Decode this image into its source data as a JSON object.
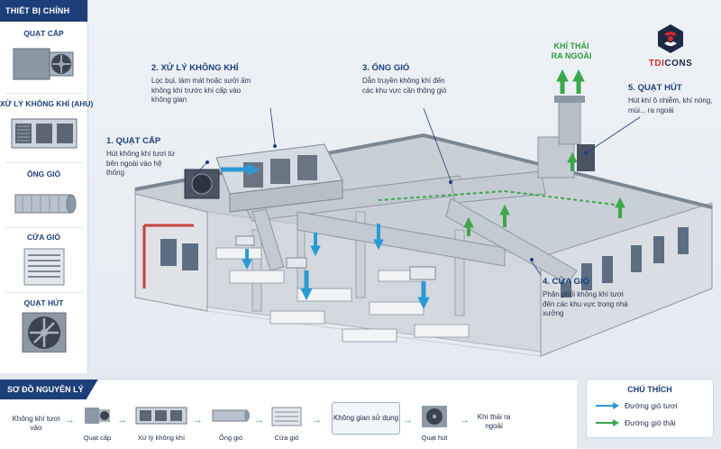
{
  "panel": {
    "title": "THIẾT BỊ CHÍNH",
    "items": [
      {
        "label": "QUẠT CẤP",
        "icon": "supply-fan-icon"
      },
      {
        "label": "XỬ LÝ KHÔNG KHÍ (AHU)",
        "icon": "ahu-icon"
      },
      {
        "label": "ỐNG GIÓ",
        "icon": "duct-icon"
      },
      {
        "label": "CỬA GIÓ",
        "icon": "grille-icon"
      },
      {
        "label": "QUẠT HÚT",
        "icon": "exhaust-fan-icon"
      }
    ]
  },
  "steps": [
    {
      "title": "1. QUẠT CẤP",
      "desc": "Hút không khí tươi từ bên ngoài vào hệ thống"
    },
    {
      "title": "2. XỬ LÝ KHÔNG KHÍ",
      "desc": "Lọc bụi, làm mát hoặc sưởi ấm không khí trước khi cấp vào không gian"
    },
    {
      "title": "3. ỐNG GIÓ",
      "desc": "Dẫn truyền không khí đến các khu vực cần thông gió"
    },
    {
      "title": "4. CỬA GIÓ",
      "desc": "Phân phối không khí tươi đến các khu vực trong nhà xưởng"
    },
    {
      "title": "5. QUẠT HÚT",
      "desc": "Hút khí ô nhiễm, khí nóng, mùi... ra ngoài"
    }
  ],
  "exhaust_label": [
    "KHÍ THẢI",
    "RA NGOÀI"
  ],
  "logo": {
    "prefix": "TDI",
    "suffix": "CONS",
    "icon": "tdicons-logo-icon"
  },
  "schema": {
    "title": "SƠ ĐỒ NGUYÊN LÝ",
    "start": "Không khí tươi vào",
    "steps": [
      "Quạt cấp",
      "Xử lý không khí",
      "Ống gió",
      "Cửa gió"
    ],
    "space": "Không gian sử dụng",
    "fan": "Quạt hút",
    "end": "Khí thải ra ngoài"
  },
  "legend": {
    "title": "CHÚ THÍCH",
    "items": [
      {
        "label": "Đường gió tươi",
        "color": "#2a9ad6"
      },
      {
        "label": "Đường gió thải",
        "color": "#3ca84a"
      }
    ]
  },
  "colors": {
    "brand": "#1c3f7a",
    "fresh_air": "#2a9ad6",
    "exhaust_air": "#3ca84a",
    "logo_red": "#d42a2a"
  }
}
